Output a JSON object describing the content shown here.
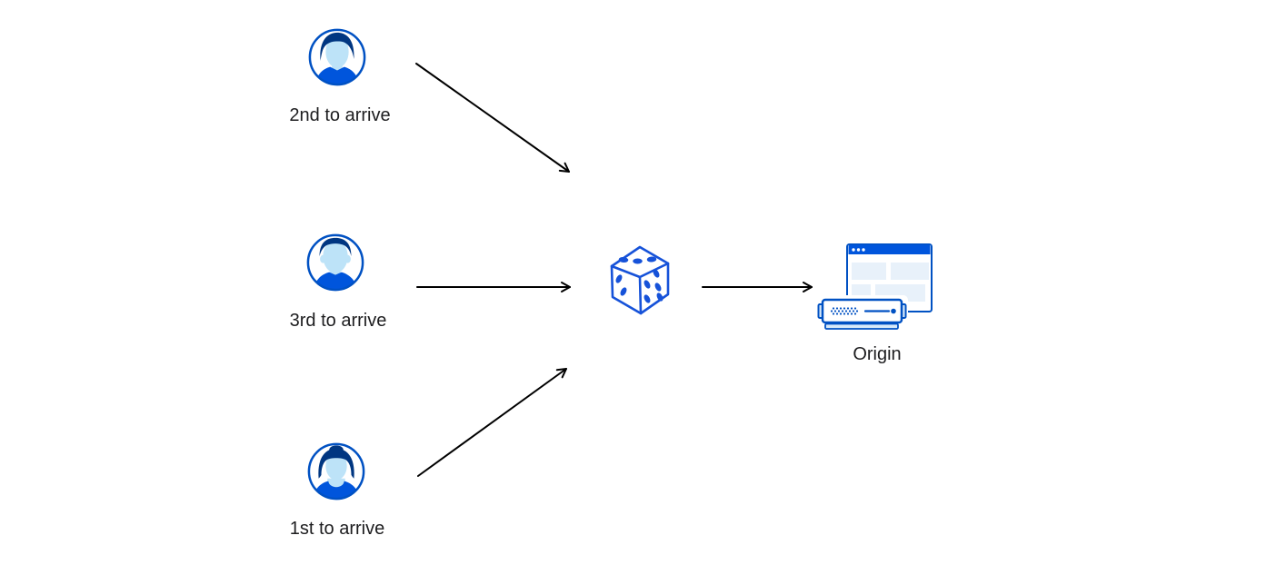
{
  "colors": {
    "outline_blue": "#0051c3",
    "fill_blue": "#0055dc",
    "dark_navy": "#003681",
    "skin_light_blue": "#bde3f8",
    "pale_panel_blue": "#e8f1fa",
    "server_accent_blue": "#d7e9f9",
    "dice_blue": "#1652d9",
    "arrow_black": "#000000",
    "text_black": "#1d1d1f",
    "background": "#ffffff"
  },
  "diagram": {
    "nodes": {
      "user_second": {
        "label": "2nd to arrive",
        "icon": "male-user-avatar-icon"
      },
      "user_third": {
        "label": "3rd to arrive",
        "icon": "male-user-avatar-icon"
      },
      "user_first": {
        "label": "1st to arrive",
        "icon": "female-user-avatar-icon"
      },
      "dice": {
        "icon": "dice-icon"
      },
      "origin": {
        "label": "Origin",
        "icon": "origin-server-browser-icon"
      }
    },
    "connections": [
      {
        "from": "user_second",
        "to": "dice"
      },
      {
        "from": "user_third",
        "to": "dice"
      },
      {
        "from": "user_first",
        "to": "dice"
      },
      {
        "from": "dice",
        "to": "origin"
      }
    ]
  }
}
